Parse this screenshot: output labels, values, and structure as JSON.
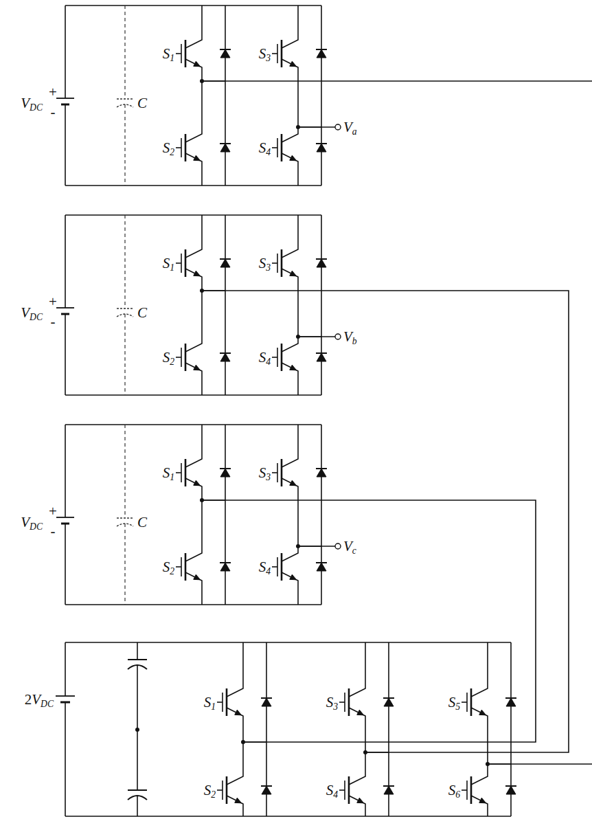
{
  "diagram": {
    "labels": [
      "VDC",
      "+",
      "-",
      "C",
      "S1",
      "S3",
      "S2",
      "S4",
      "Va",
      "VDC",
      "+",
      "-",
      "C",
      "S1",
      "S3",
      "S2",
      "S4",
      "Vb",
      "VDC",
      "+",
      "-",
      "C",
      "S1",
      "S3",
      "S2",
      "S4",
      "Vc",
      "2VDC",
      "S1",
      "S3",
      "S5",
      "S2",
      "S4",
      "S6"
    ]
  }
}
